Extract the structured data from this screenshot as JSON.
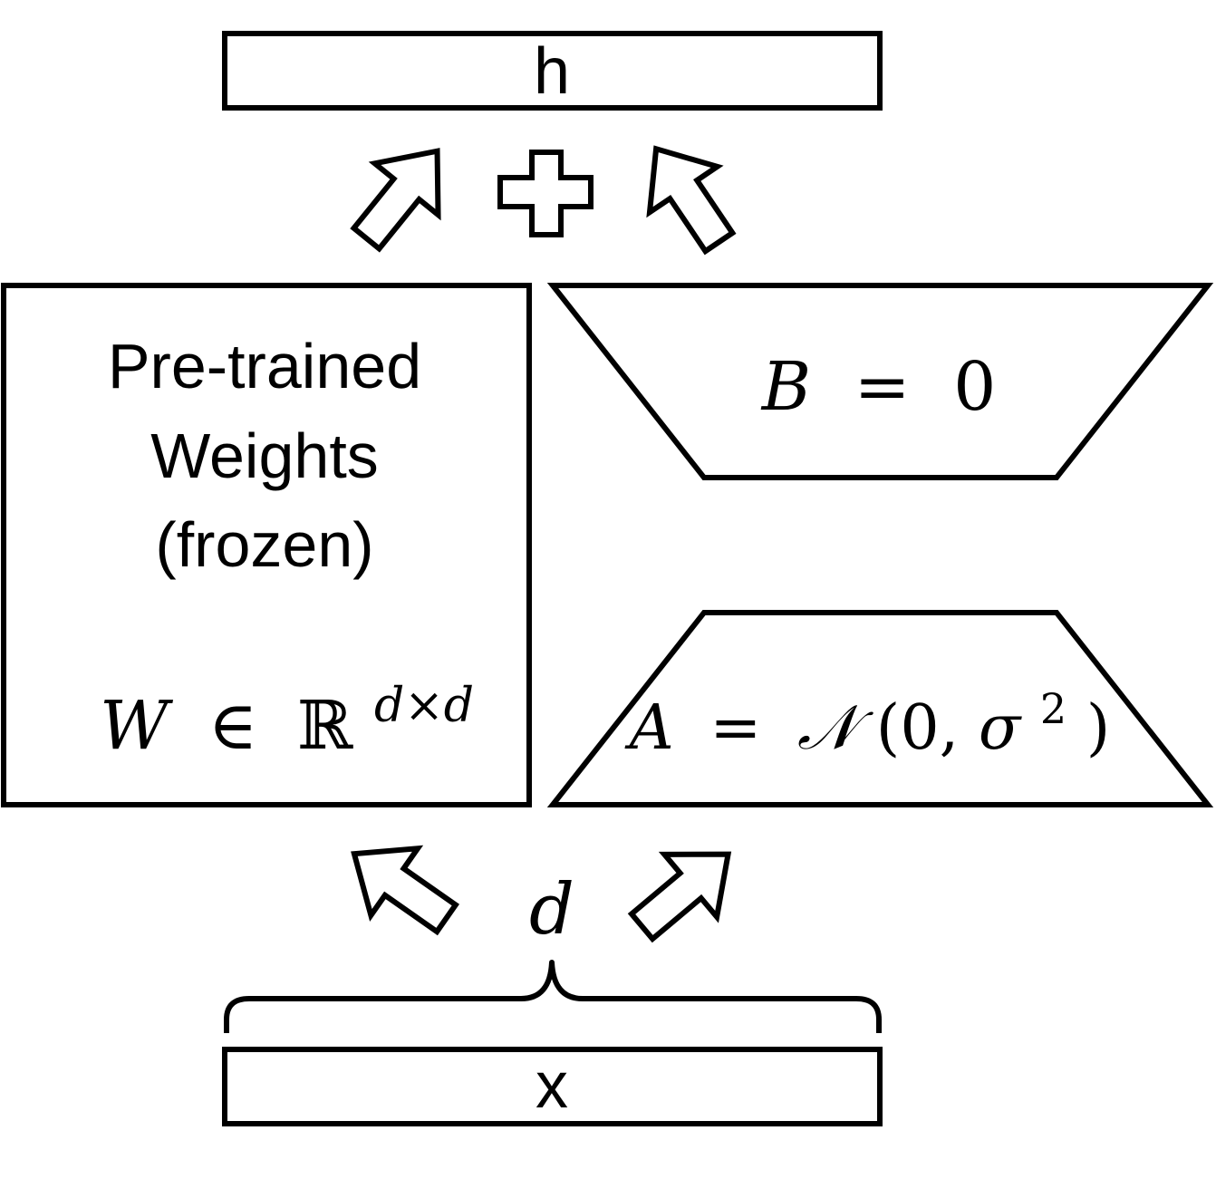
{
  "output_vector": {
    "label": "h"
  },
  "input_vector": {
    "label": "x"
  },
  "pretrained_block": {
    "title_line_1": "Pre-trained",
    "title_line_2": "Weights",
    "title_line_3": "(frozen)",
    "matrix_var": "W",
    "matrix_rel": "∈",
    "matrix_set": "ℝ",
    "matrix_dims": "d×d"
  },
  "lora_b": {
    "var": "B",
    "eq": "=",
    "value": "0"
  },
  "lora_a": {
    "var": "A",
    "eq": "=",
    "dist": "𝒩",
    "open": "(0,",
    "sigma": "σ",
    "power": "2",
    "close": ")"
  },
  "dimension": {
    "label": "d"
  },
  "colors": {
    "stroke": "#000000",
    "fill": "#ffffff",
    "text": "#000000"
  },
  "icons": [
    "plus-icon",
    "arrow-icon",
    "curly-brace-icon"
  ]
}
